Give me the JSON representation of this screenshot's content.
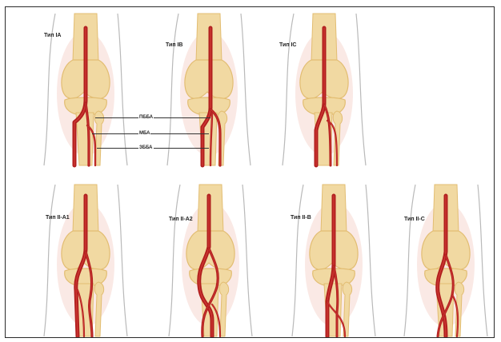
{
  "panels": [
    {
      "id": "IA",
      "label": "Тип IA",
      "variant": "IA"
    },
    {
      "id": "IB",
      "label": "Тип IB",
      "variant": "IB"
    },
    {
      "id": "IC",
      "label": "Тип IC",
      "variant": "IC"
    },
    {
      "id": "IIA1",
      "label": "Тип II-A1",
      "variant": "IIA1"
    },
    {
      "id": "IIA2",
      "label": "Тип II-A2",
      "variant": "IIA2"
    },
    {
      "id": "IIB",
      "label": "Тип II-B",
      "variant": "IIB"
    },
    {
      "id": "IIC",
      "label": "Тип II-C",
      "variant": "IIC"
    }
  ],
  "annotations": {
    "top": "ПББА",
    "middle": "МБА",
    "bottom": "ЗББА"
  },
  "colors": {
    "artery": "#b01e1e",
    "artery_highlight": "#d9413a",
    "bone": "#f1d9a2",
    "bone_shade": "#e2bd72",
    "skin_halo": "#f6d7d0",
    "limb_outline": "#b9b9b9",
    "frame": "#2a2a2a"
  }
}
